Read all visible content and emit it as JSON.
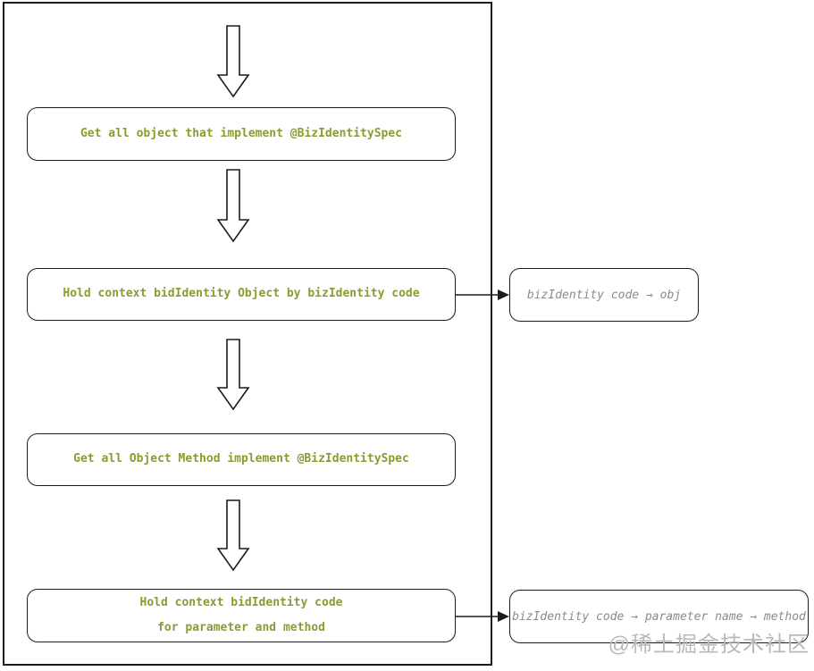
{
  "colors": {
    "line": "#1c1c1c",
    "flow_text": "#8c9a30",
    "side_text": "#8a8a8a",
    "watermark_text": "#b9b9b9"
  },
  "diagram": {
    "flow_boxes": [
      {
        "label": "Get all object that implement @BizIdentitySpec"
      },
      {
        "label": "Hold context bidIdentity Object by bizIdentity code"
      },
      {
        "label": "Get all Object Method implement @BizIdentitySpec"
      },
      {
        "line1": "Hold context bidIdentity code",
        "line2": "for parameter and method"
      }
    ],
    "side_boxes": [
      {
        "label": "bizIdentity code → obj"
      },
      {
        "label": "bizIdentity code → parameter name → method"
      }
    ],
    "watermark": "@稀土掘金技术社区"
  }
}
